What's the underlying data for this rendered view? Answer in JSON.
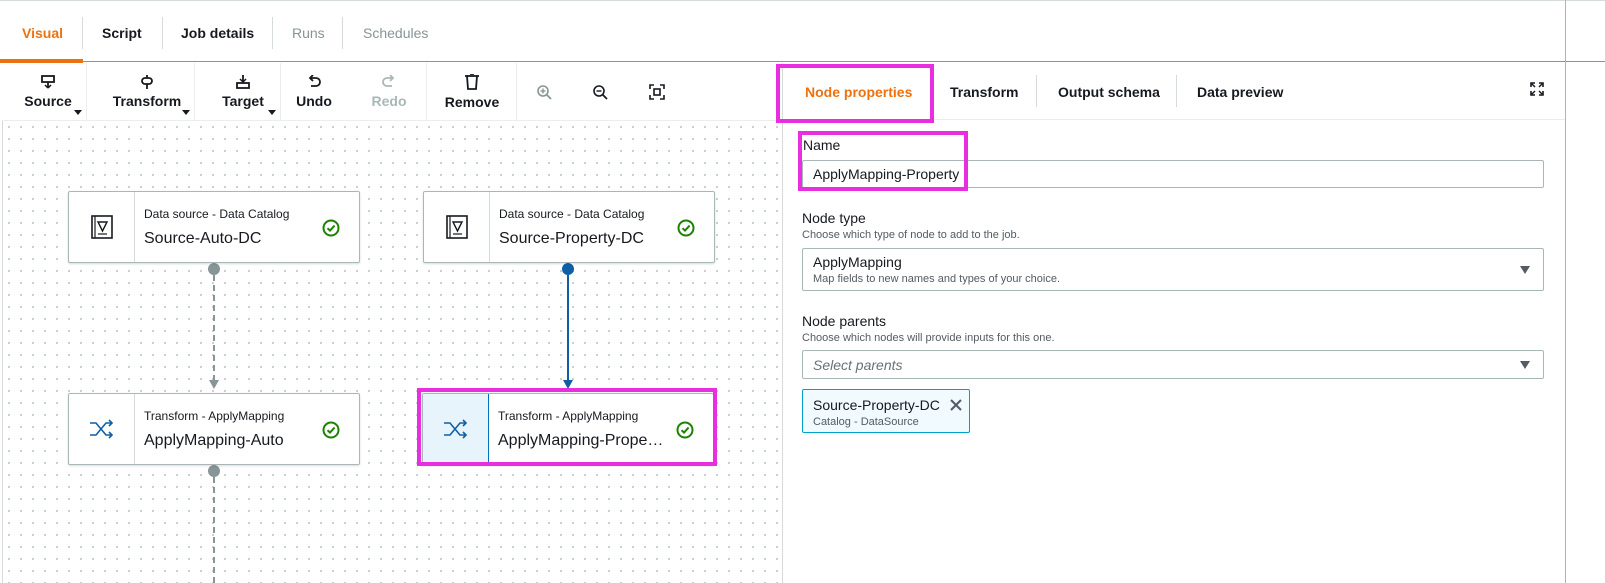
{
  "top_tabs": [
    {
      "label": "Visual",
      "state": "active"
    },
    {
      "label": "Script",
      "state": "normal"
    },
    {
      "label": "Job details",
      "state": "normal"
    },
    {
      "label": "Runs",
      "state": "disabled"
    },
    {
      "label": "Schedules",
      "state": "disabled"
    }
  ],
  "toolbar": {
    "source": "Source",
    "transform": "Transform",
    "target": "Target",
    "undo": "Undo",
    "redo": "Redo",
    "remove": "Remove",
    "zoom_in_icon": "zoom-in-icon",
    "zoom_out_icon": "zoom-out-icon",
    "fit_icon": "fit-to-screen-icon"
  },
  "nodes": [
    {
      "type": "Data source - Data Catalog",
      "name": "Source-Auto-DC",
      "icon": "data-catalog-icon",
      "status": "check-circle-icon"
    },
    {
      "type": "Data source - Data Catalog",
      "name": "Source-Property-DC",
      "icon": "data-catalog-icon",
      "status": "check-circle-icon"
    },
    {
      "type": "Transform - ApplyMapping",
      "name": "ApplyMapping-Auto",
      "icon": "shuffle-icon",
      "status": "check-circle-icon"
    },
    {
      "type": "Transform - ApplyMapping",
      "name": "ApplyMapping-Prope…",
      "icon": "shuffle-icon",
      "status": "check-circle-icon"
    }
  ],
  "panel": {
    "tabs": [
      "Node properties",
      "Transform",
      "Output schema",
      "Data preview"
    ],
    "name_label": "Name",
    "name_value": "ApplyMapping-Property",
    "node_type_label": "Node type",
    "node_type_desc": "Choose which type of node to add to the job.",
    "node_type_value": "ApplyMapping",
    "node_type_value_desc": "Map fields to new names and types of your choice.",
    "node_parents_label": "Node parents",
    "node_parents_desc": "Choose which nodes will provide inputs for this one.",
    "node_parents_placeholder": "Select parents",
    "parent_token_name": "Source-Property-DC",
    "parent_token_desc": "Catalog - DataSource"
  },
  "colors": {
    "accent": "#ec7211",
    "highlight": "#e82ee0",
    "success": "#1d8102",
    "edge_active": "#0f5fa6",
    "edge_inactive": "#879596"
  }
}
